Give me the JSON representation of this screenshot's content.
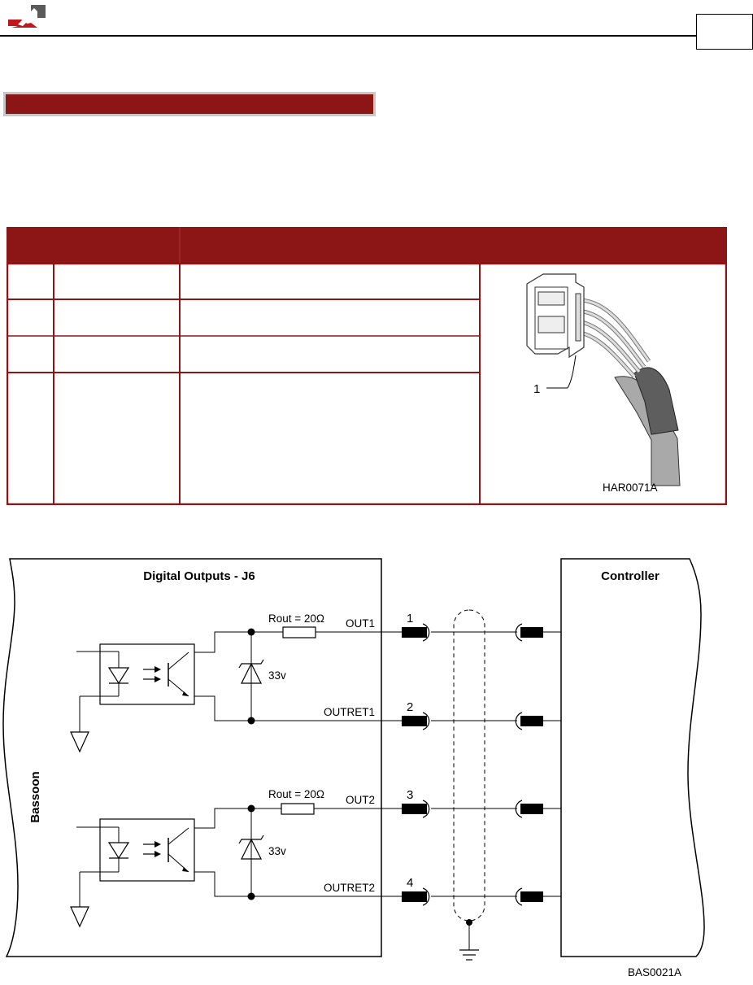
{
  "header": {
    "logo_name": "company-logo",
    "page_number": ""
  },
  "section_title": "",
  "table": {
    "header_color": "#8c1616",
    "columns": [
      "",
      ""
    ],
    "rows": [
      {
        "pin": "",
        "signal": "",
        "function": ""
      },
      {
        "pin": "",
        "signal": "",
        "function": ""
      },
      {
        "pin": "",
        "signal": "",
        "function": ""
      },
      {
        "pin": "",
        "signal": "",
        "function": ""
      }
    ],
    "image_callout": "1",
    "image_ref": "HAR0071A"
  },
  "diagram": {
    "left_panel_title": "Digital Outputs - J6",
    "right_panel_title": "Controller",
    "side_label": "Bassoon",
    "channels": [
      {
        "resistor": "Rout = 20Ω",
        "zener": "33v",
        "out_label": "OUT1",
        "ret_label": "OUTRET1",
        "out_pin": "1",
        "ret_pin": "2"
      },
      {
        "resistor": "Rout = 20Ω",
        "zener": "33v",
        "out_label": "OUT2",
        "ret_label": "OUTRET2",
        "out_pin": "3",
        "ret_pin": "4"
      }
    ],
    "figure_ref": "BAS0021A"
  }
}
